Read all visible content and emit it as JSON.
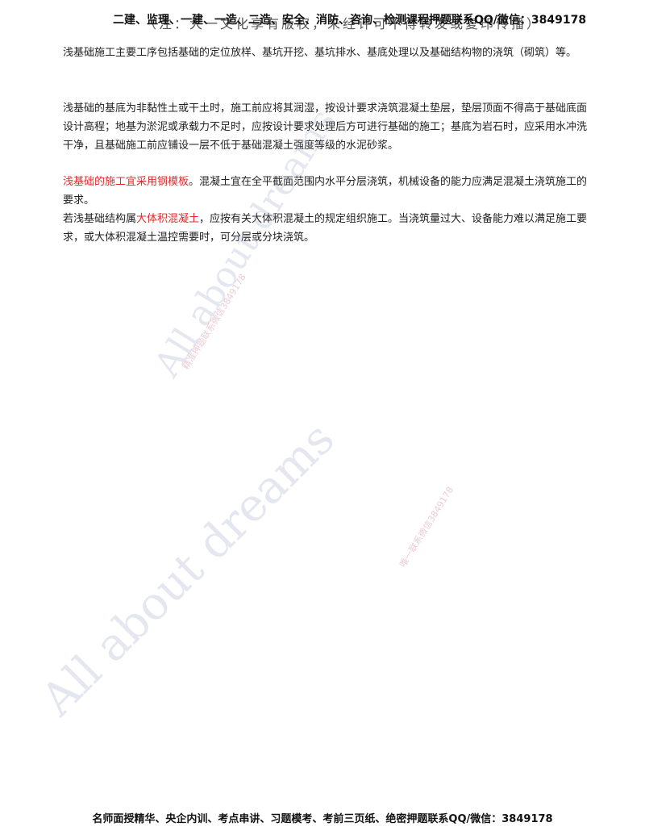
{
  "header": {
    "overlay_text": "（注：大一文化享有版权，未经许可不得转发或复印传播）",
    "promo_text": "二建、监理、一建、一造、二造、安全、消防、咨询、检测课程押题联系QQ/微信：3849178"
  },
  "paragraphs": {
    "p1": "浅基础施工主要工序包括基础的定位放样、基坑开挖、基坑排水、基底处理以及基础结构物的浇筑（砌筑）等。",
    "p2": "浅基础的基底为非黏性土或干土时，施工前应将其润湿，按设计要求浇筑混凝土垫层，垫层顶面不得高于基础底面设计高程；地基为淤泥或承载力不足时，应按设计要求处理后方可进行基础的施工；基底为岩石时，应采用水冲洗干净，且基础施工前应铺设一层不低于基础混凝土强度等级的水泥砂浆。",
    "p3_highlight": "浅基础的施工宜采用钢模板",
    "p3_rest": "。混凝土宜在全平截面范围内水平分层浇筑，机械设备的能力应满足混凝土浇筑施工的要求。",
    "p4_start": "若浅基础结构属",
    "p4_highlight": "大体积混凝土",
    "p4_rest": "，应按有关大体积混凝土的规定组织施工。当浇筑量过大、设备能力难以满足施工要求，或大体积混凝土温控需要时，可分层或分块浇筑。"
  },
  "footer": {
    "text": "名师面授精华、央企内训、考点串讲、习题模考、考前三页纸、绝密押题联系QQ/微信：3849178"
  },
  "watermarks": {
    "large": "All about dreams",
    "small_1": "精准押题联系微信3849178",
    "small_2": "唯一联系微信3849178"
  },
  "colors": {
    "highlight": "#e0292d",
    "text": "#222222",
    "watermark": "#aaafcd"
  }
}
